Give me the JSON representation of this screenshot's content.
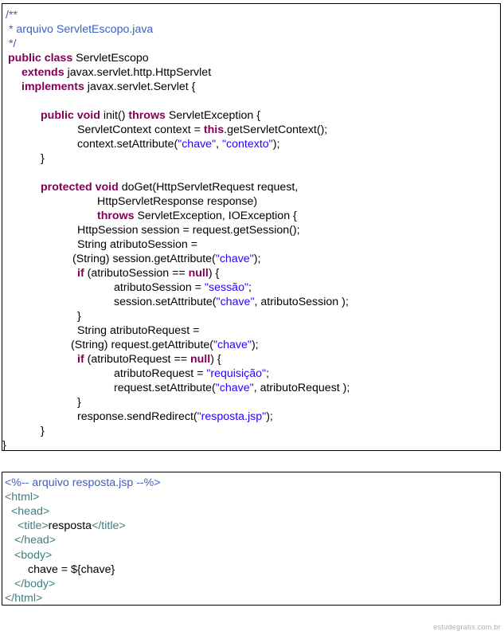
{
  "java_code": [
    [
      [
        "cm",
        "/**"
      ]
    ],
    [
      [
        "cm",
        " * arquivo ServletEscopo.java"
      ]
    ],
    [
      [
        "cm",
        " */"
      ]
    ],
    [
      [
        "kw",
        "public class"
      ],
      [
        "pl",
        " ServletEscopo"
      ]
    ],
    [
      [
        "kw",
        "extends"
      ],
      [
        "pl",
        " javax.servlet.http.HttpServlet"
      ]
    ],
    [
      [
        "kw",
        "implements"
      ],
      [
        "pl",
        " javax.servlet.Servlet {"
      ]
    ],
    [],
    [
      [
        "kw",
        "public void"
      ],
      [
        "pl",
        " init() "
      ],
      [
        "kw",
        "throws"
      ],
      [
        "pl",
        " ServletException {"
      ]
    ],
    [
      [
        "pl",
        "ServletContext context = "
      ],
      [
        "kw",
        "this"
      ],
      [
        "pl",
        ".getServletContext();"
      ]
    ],
    [
      [
        "pl",
        "context.setAttribute("
      ],
      [
        "st",
        "\"chave\""
      ],
      [
        "pl",
        ", "
      ],
      [
        "st",
        "\"contexto\""
      ],
      [
        "pl",
        ");"
      ]
    ],
    [
      [
        "pl",
        "}"
      ]
    ],
    [],
    [
      [
        "kw",
        "protected void"
      ],
      [
        "pl",
        " doGet(HttpServletRequest request,"
      ]
    ],
    [
      [
        "pl",
        "HttpServletResponse response)"
      ]
    ],
    [
      [
        "kw",
        "throws"
      ],
      [
        "pl",
        " ServletException, IOException {"
      ]
    ],
    [
      [
        "pl",
        "HttpSession session = request.getSession();"
      ]
    ],
    [
      [
        "pl",
        "String atributoSession ="
      ]
    ],
    [
      [
        "pl",
        "(String) session.getAttribute("
      ],
      [
        "st",
        "\"chave\""
      ],
      [
        "pl",
        ");"
      ]
    ],
    [
      [
        "kw",
        "if"
      ],
      [
        "pl",
        " (atributoSession == "
      ],
      [
        "kw",
        "null"
      ],
      [
        "pl",
        ") {"
      ]
    ],
    [
      [
        "pl",
        "atributoSession = "
      ],
      [
        "st",
        "\"sessão\""
      ],
      [
        "pl",
        ";"
      ]
    ],
    [
      [
        "pl",
        "session.setAttribute("
      ],
      [
        "st",
        "\"chave\""
      ],
      [
        "pl",
        ", atributoSession );"
      ]
    ],
    [
      [
        "pl",
        "}"
      ]
    ],
    [
      [
        "pl",
        "String atributoRequest ="
      ]
    ],
    [
      [
        "pl",
        "(String) request.getAttribute("
      ],
      [
        "st",
        "\"chave\""
      ],
      [
        "pl",
        ");"
      ]
    ],
    [
      [
        "kw",
        "if"
      ],
      [
        "pl",
        " (atributoRequest == "
      ],
      [
        "kw",
        "null"
      ],
      [
        "pl",
        ") {"
      ]
    ],
    [
      [
        "pl",
        "atributoRequest = "
      ],
      [
        "st",
        "\"requisição\""
      ],
      [
        "pl",
        ";"
      ]
    ],
    [
      [
        "pl",
        "request.setAttribute("
      ],
      [
        "st",
        "\"chave\""
      ],
      [
        "pl",
        ", atributoRequest );"
      ]
    ],
    [
      [
        "pl",
        "}"
      ]
    ],
    [
      [
        "pl",
        "response.sendRedirect("
      ],
      [
        "st",
        "\"resposta.jsp\""
      ],
      [
        "pl",
        ");"
      ]
    ],
    [
      [
        "pl",
        "}"
      ]
    ],
    [
      [
        "pl",
        "}"
      ]
    ]
  ],
  "jsp_code": [
    [
      [
        "cm",
        "<%-- arquivo resposta.jsp --%>"
      ]
    ],
    [
      [
        "tg",
        "<html>"
      ]
    ],
    [
      [
        "tg",
        "<head>"
      ]
    ],
    [
      [
        "tg",
        "<title>"
      ],
      [
        "pl",
        "resposta"
      ],
      [
        "tg",
        "</title>"
      ]
    ],
    [
      [
        "tg",
        "</head>"
      ]
    ],
    [
      [
        "tg",
        "<body>"
      ]
    ],
    [
      [
        "pl",
        "chave = ${chave}"
      ]
    ],
    [
      [
        "tg",
        "</body>"
      ]
    ],
    [
      [
        "tg",
        "</html>"
      ]
    ]
  ],
  "watermark": "estudegratis.com.br",
  "colors": {
    "keyword": "#7f0055",
    "comment": "#3f5fbf",
    "string": "#2a00ff",
    "tag": "#3f7f7f"
  }
}
